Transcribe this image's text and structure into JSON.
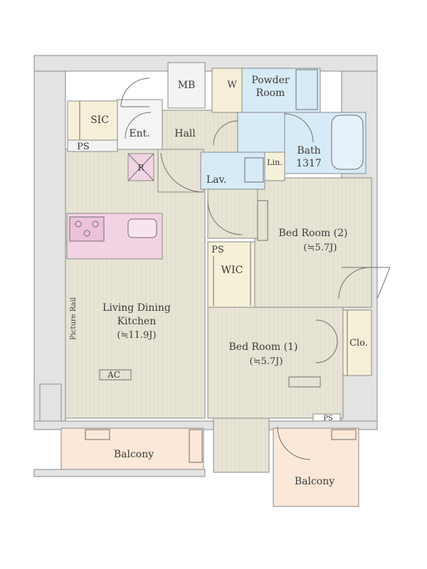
{
  "rooms": {
    "mb": "MB",
    "w": "W",
    "powder_room_1": "Powder",
    "powder_room_2": "Room",
    "sic": "SIC",
    "ps_top": "PS",
    "ent": "Ent.",
    "hall": "Hall",
    "bath": "Bath",
    "bath_size": "1317",
    "lin": "Lin.",
    "lav": "Lav.",
    "r": "R",
    "bedroom2": "Bed Room (2)",
    "bedroom2_size": "(≒5.7J)",
    "ps_mid": "PS",
    "wic": "WIC",
    "ldk_1": "Living Dining",
    "ldk_2": "Kitchen",
    "ldk_size": "(≒11.9J)",
    "picture_rail": "Picture Rail",
    "ac": "AC",
    "bedroom1": "Bed Room (1)",
    "bedroom1_size": "(≒5.7J)",
    "clo": "Clo.",
    "ps_bottom": "PS",
    "balcony_left": "Balcony",
    "balcony_right": "Balcony"
  },
  "colors": {
    "floor": "#e6e3d4",
    "floor_stripe": "#d9d5c3",
    "wet": "#d6eaf6",
    "kitchen": "#f2d3e4",
    "balcony": "#fbe7d6",
    "wall": "#e3e3e3",
    "storage": "#f6f0d8"
  }
}
